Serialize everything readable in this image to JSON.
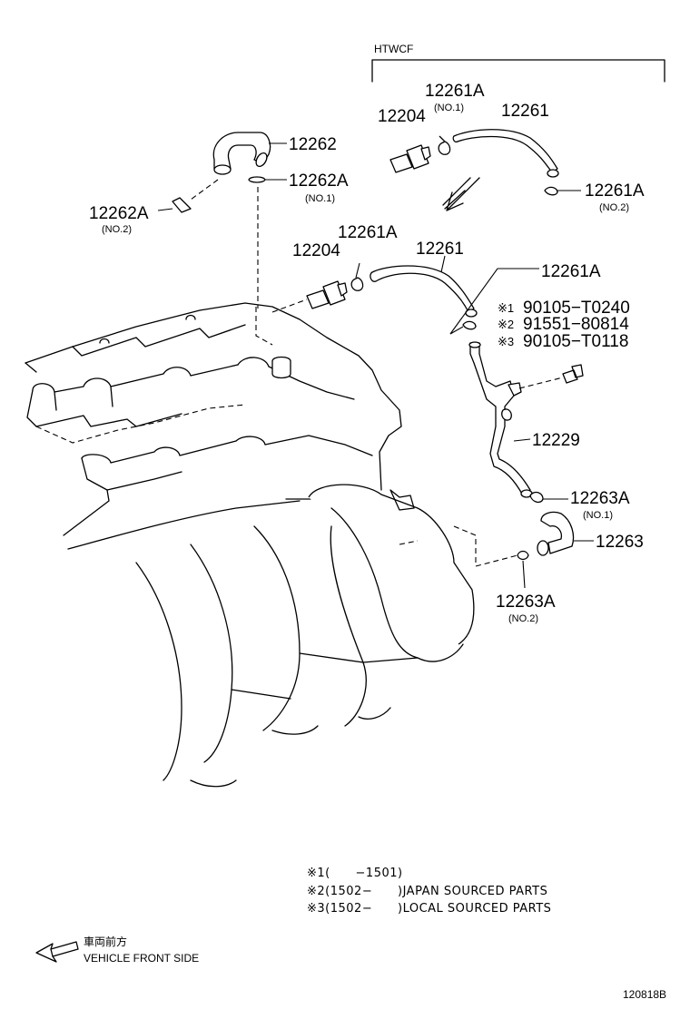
{
  "colors": {
    "line": "#000000",
    "background": "#ffffff"
  },
  "header": {
    "variant": "HTWCF"
  },
  "parts": {
    "p12262": "12262",
    "p12262A_a": "12262A",
    "p12262A_a_sub": "(NO.1)",
    "p12262A_b": "12262A",
    "p12262A_b_sub": "(NO.2)",
    "p12204_top": "12204",
    "p12261A_top1": "12261A",
    "p12261A_top1_sub": "(NO.1)",
    "p12261_top": "12261",
    "p12261A_top2": "12261A",
    "p12261A_top2_sub": "(NO.2)",
    "p12204_mid": "12204",
    "p12261A_mid1": "12261A",
    "p12261_mid": "12261",
    "p12261A_mid2": "12261A",
    "s1_mark": "※1",
    "s1_part": "90105−T0240",
    "s2_mark": "※2",
    "s2_part": "91551−80814",
    "s3_mark": "※3",
    "s3_part": "90105−T0118",
    "p12229": "12229",
    "p12263A_a": "12263A",
    "p12263A_a_sub": "(NO.1)",
    "p12263": "12263",
    "p12263A_b": "12263A",
    "p12263A_b_sub": "(NO.2)"
  },
  "legend": {
    "l1": "※1(      −1501)",
    "l2": "※2(1502−      )JAPAN SOURCED PARTS",
    "l3": "※3(1502−      )LOCAL SOURCED PARTS"
  },
  "direction": {
    "jp": "車両前方",
    "en": "VEHICLE FRONT SIDE",
    "icon": "front-arrow-icon"
  },
  "diagram_id": "120818B"
}
